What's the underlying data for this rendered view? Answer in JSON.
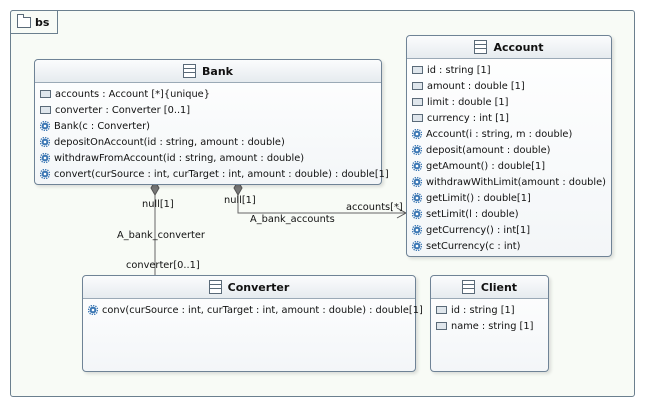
{
  "package": {
    "name": "bs"
  },
  "classes": {
    "bank": {
      "name": "Bank",
      "properties": [
        "accounts : Account [*]{unique}",
        "converter : Converter [0..1]"
      ],
      "operations": [
        "Bank(c : Converter)",
        "depositOnAccount(id : string, amount : double)",
        "withdrawFromAccount(id : string, amount : double)",
        "convert(curSource : int, curTarget : int, amount : double) : double[1]"
      ]
    },
    "account": {
      "name": "Account",
      "properties": [
        "id : string [1]",
        "amount : double [1]",
        "limit : double [1]",
        "currency : int [1]"
      ],
      "operations": [
        "Account(i : string, m : double)",
        "deposit(amount : double)",
        "getAmount() : double[1]",
        "withdrawWithLimit(amount : double)",
        "getLimit() : double[1]",
        "setLimit(l : double)",
        "getCurrency() : int[1]",
        "setCurrency(c : int)"
      ]
    },
    "converter": {
      "name": "Converter",
      "properties": [],
      "operations": [
        "conv(curSource : int, curTarget : int, amount : double) : double[1]"
      ]
    },
    "client": {
      "name": "Client",
      "properties": [
        "id : string [1]",
        "name : string [1]"
      ],
      "operations": []
    }
  },
  "associations": {
    "bank_converter": {
      "name": "A_bank_converter",
      "source_mult": "null[1]",
      "target_role": "converter[0..1]"
    },
    "bank_accounts": {
      "name": "A_bank_accounts",
      "source_mult": "null[1]",
      "target_role": "accounts[*]"
    }
  },
  "icons": {
    "package": "folder-icon",
    "class": "class-icon",
    "property": "property-icon",
    "operation": "operation-gear-icon"
  },
  "colors": {
    "border": "#6f8396",
    "package_fill": "#f8fbf6",
    "gear": "#3d78b4"
  }
}
